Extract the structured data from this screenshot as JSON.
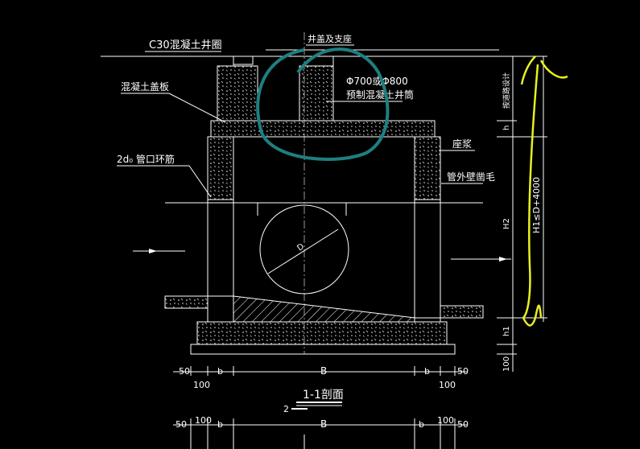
{
  "drawing": {
    "labels": {
      "c30_collar": "C30混凝土井圈",
      "well_cover_seat": "井盖及支座",
      "precast_shaft_line1": "Φ700或Φ800",
      "precast_shaft_line2": "预制混凝土井筒",
      "concrete_cover_slab": "混凝土盖板",
      "pipe_ring_rebar": "2d₀ 管口环筋",
      "mortar_bed": "座浆",
      "outer_wall_roughen": "管外壁凿毛",
      "pipe_diameter": "D",
      "section_title": "1-1剖面",
      "section_mark": "2"
    },
    "dimensions": {
      "right_vertical": {
        "top": "按道路设计",
        "h": "h",
        "h1_total": "H1≤D+4000",
        "H2": "H2",
        "h1": "h1",
        "bottom": "100"
      },
      "bottom_row1": [
        "50",
        "100",
        "b",
        "B",
        "b",
        "50",
        "100"
      ],
      "bottom_row2": [
        "50",
        "100",
        "b",
        "B",
        "b",
        "100",
        "50"
      ]
    },
    "colors": {
      "background": "#000000",
      "lines": "#ffffff",
      "hatch": "#ffffff",
      "annotation_teal": "#1e7f80",
      "annotation_yellow": "#e8f020"
    }
  }
}
